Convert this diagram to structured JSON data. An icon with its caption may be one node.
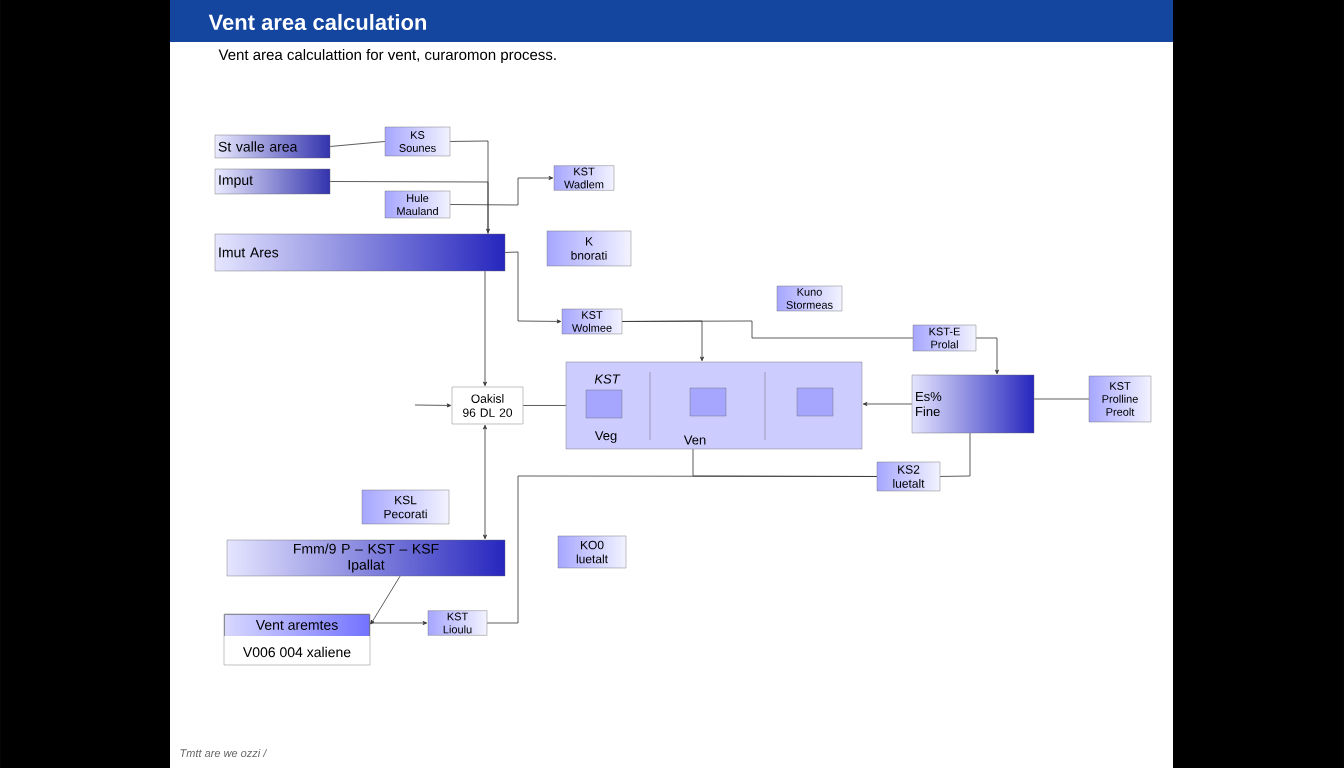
{
  "diagram": {
    "title": "Vent area calculation",
    "nodes": [
      {
        "text": [
          "St valle area"
        ]
      },
      {
        "text": [
          "KS",
          "Sounes"
        ]
      },
      {
        "text": [
          "Imput"
        ]
      },
      {
        "text": [
          "Hule",
          "Mauland"
        ]
      },
      {
        "text": [
          "KST",
          "Wadlem"
        ]
      },
      {
        "text": [
          "Imut Ares"
        ]
      },
      {
        "text": [
          "K",
          "bnorati"
        ]
      },
      {
        "text": [
          "KST",
          "Wolmee"
        ]
      },
      {
        "text": [
          "Kuno",
          "Stormeas"
        ]
      },
      {
        "text": [
          "KST-E",
          "Prolal"
        ]
      },
      {
        "text": [
          "Oakisl",
          "96 DL 20"
        ]
      },
      {
        "text": [
          "KST",
          "Veg",
          "Ven"
        ]
      },
      {
        "text": [
          "Es%",
          "Fine"
        ]
      },
      {
        "text": [
          "KST",
          "Prolline",
          "Preolt"
        ]
      },
      {
        "text": [
          "KS2",
          "luetalt"
        ]
      },
      {
        "text": [
          "KSL",
          "Pecorati"
        ]
      },
      {
        "text": [
          "Fmm/9 P – KST – KSF",
          "Ipallat"
        ]
      },
      {
        "text": [
          "KO0",
          "luetalt"
        ]
      },
      {
        "text": [
          "Vent aremtes",
          "V006 004 xaliene"
        ]
      },
      {
        "text": [
          "KST",
          "Lioulu"
        ]
      }
    ],
    "edges": [
      {
        "from": 0,
        "to": 1,
        "arrow": "none"
      },
      {
        "from": 1,
        "to": 5,
        "arrow": "to"
      },
      {
        "from": 2,
        "to": 5,
        "arrow": "none"
      },
      {
        "from": 3,
        "to": 4,
        "arrow": "to"
      },
      {
        "from": 5,
        "to": 10,
        "arrow": "to"
      },
      {
        "from": 16,
        "to": 10,
        "arrow": "both"
      },
      {
        "from": 5,
        "to": 7,
        "arrow": "to"
      },
      {
        "from": 7,
        "to": 11,
        "arrow": "to"
      },
      {
        "from": 7,
        "to": 9,
        "arrow": "none"
      },
      {
        "from": 9,
        "to": 12,
        "arrow": "to"
      },
      {
        "from": 10,
        "to": 11,
        "arrow": "none"
      },
      {
        "from": 12,
        "to": 11,
        "arrow": "to"
      },
      {
        "from": 13,
        "to": 12,
        "arrow": "none"
      },
      {
        "from": 11,
        "to": 14,
        "arrow": "none"
      },
      {
        "from": 12,
        "to": 14,
        "arrow": "none"
      },
      {
        "from": 16,
        "to": 18,
        "arrow": "to"
      },
      {
        "from": 19,
        "to": 14,
        "arrow": "none"
      },
      {
        "from": 18,
        "to": 19,
        "arrow": "to"
      },
      {
        "from": null,
        "to": 10,
        "arrow": "to"
      }
    ],
    "labels": [
      "Vent area calculattion for vent, curaromon process.",
      "Tmtt are we ozzi /"
    ]
  }
}
